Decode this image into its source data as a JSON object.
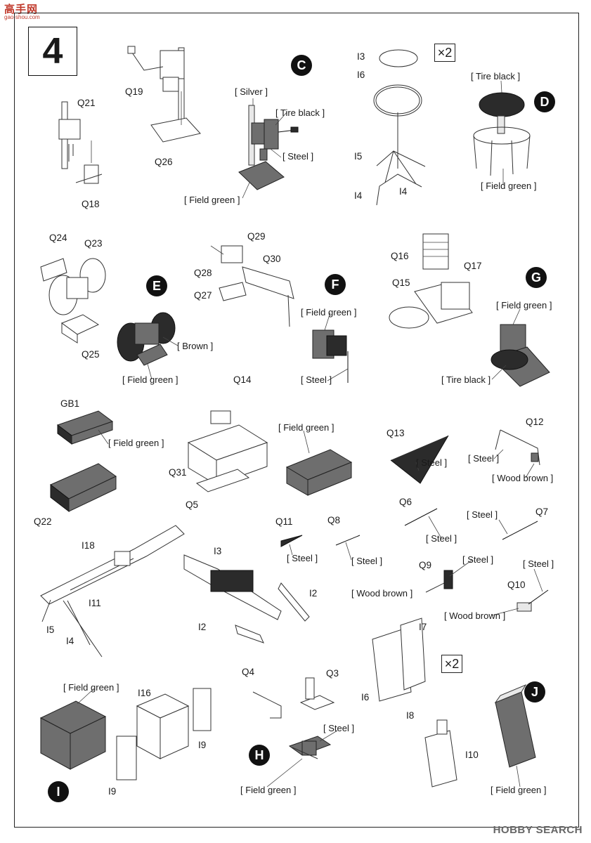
{
  "logo": {
    "top": "高手网",
    "sub": "gao-shou.com"
  },
  "watermark": "HOBBY SEARCH",
  "step_number": "4",
  "multipliers": {
    "stool": "×2",
    "jerrycan": "×2"
  },
  "assembly_markers": [
    "C",
    "D",
    "E",
    "F",
    "G",
    "H",
    "I",
    "J"
  ],
  "part_labels": {
    "q21": "Q21",
    "q19": "Q19",
    "q26": "Q26",
    "q18": "Q18",
    "i3a": "I3",
    "i6a": "I6",
    "i5a": "I5",
    "i4a": "I4",
    "i4b": "I4",
    "q24": "Q24",
    "q23": "Q23",
    "q25": "Q25",
    "q29": "Q29",
    "q28": "Q28",
    "q30": "Q30",
    "q27": "Q27",
    "q16": "Q16",
    "q17": "Q17",
    "q15": "Q15",
    "gb1": "GB1",
    "q14": "Q14",
    "q31": "Q31",
    "q22": "Q22",
    "q5": "Q5",
    "q13": "Q13",
    "q12": "Q12",
    "q11": "Q11",
    "q8": "Q8",
    "q6": "Q6",
    "q7": "Q7",
    "q9": "Q9",
    "q10": "Q10",
    "i18": "I18",
    "i11": "I11",
    "i5b": "I5",
    "i4c": "I4",
    "i3b": "I3",
    "i2a": "I2",
    "i2b": "I2",
    "i7": "I7",
    "i6b": "I6",
    "q4": "Q4",
    "q3": "Q3",
    "i16": "I16",
    "i9a": "I9",
    "i9b": "I9",
    "i8": "I8",
    "i10": "I10"
  },
  "color_labels": {
    "c_silver": "[ Silver ]",
    "c_tire_black": "[ Tire black ]",
    "c_steel": "[ Steel ]",
    "c_field_green": "[ Field green ]",
    "d_tire_black": "[ Tire black ]",
    "d_field_green": "[ Field green ]",
    "e_brown": "[ Brown ]",
    "e_field_green": "[ Field green ]",
    "f_field_green": "[ Field green ]",
    "f_steel": "[ Steel ]",
    "g_field_green": "[ Field green ]",
    "g_tire_black": "[ Tire black ]",
    "gb1_field_green": "[ Field green ]",
    "toolbox_field_green": "[ Field green ]",
    "q13_steel": "[ Steel ]",
    "q12_steel": "[ Steel ]",
    "q12_wood": "[ Wood brown ]",
    "q11_steel": "[ Steel ]",
    "q8_steel": "[ Steel ]",
    "q6_steel": "[ Steel ]",
    "q7_steel": "[ Steel ]",
    "q9_steel": "[ Steel ]",
    "q9_wood": "[ Wood brown ]",
    "q10_steel": "[ Steel ]",
    "q10_wood": "[ Wood brown ]",
    "i_field_green": "[ Field green ]",
    "h_steel": "[ Steel ]",
    "h_field_green": "[ Field green ]",
    "j_field_green": "[ Field green ]"
  },
  "colors": {
    "paint_grey": "#6e6e6e",
    "line": "#222222",
    "marker": "#111111"
  }
}
